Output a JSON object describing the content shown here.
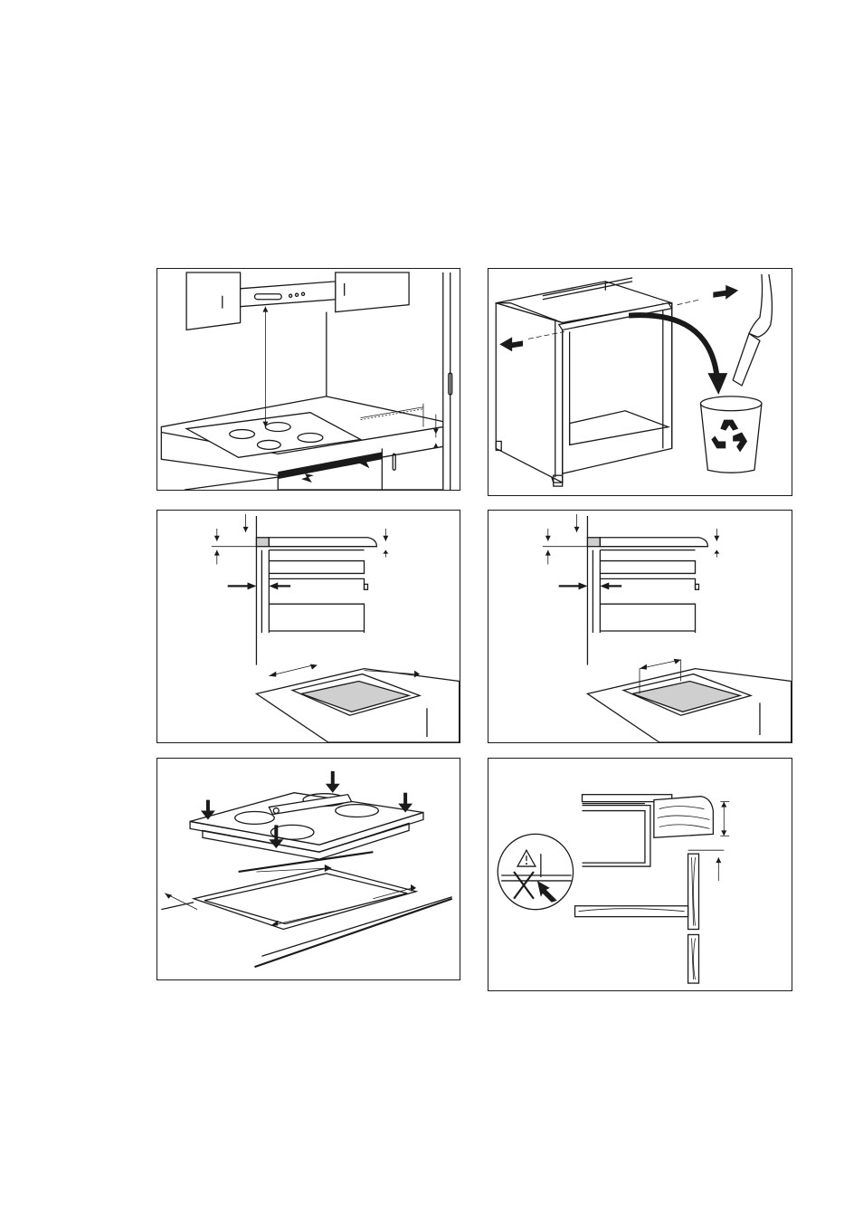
{
  "figures": [
    {
      "name": "hob-location-clearances"
    },
    {
      "name": "remove-cabinet-crossbar-dispose"
    },
    {
      "name": "cutout-dimensions-built-in-oven-gap"
    },
    {
      "name": "cutout-dimensions-oven"
    },
    {
      "name": "hob-into-cutout-seal"
    },
    {
      "name": "worktop-thickness-side-panel"
    }
  ],
  "colors": {
    "line": "#1a1a1a",
    "shade": "#cfcfcf",
    "background": "#ffffff"
  },
  "icons": [
    "recycle-icon",
    "warning-triangle-icon",
    "arrow-icon",
    "hand-icon"
  ]
}
